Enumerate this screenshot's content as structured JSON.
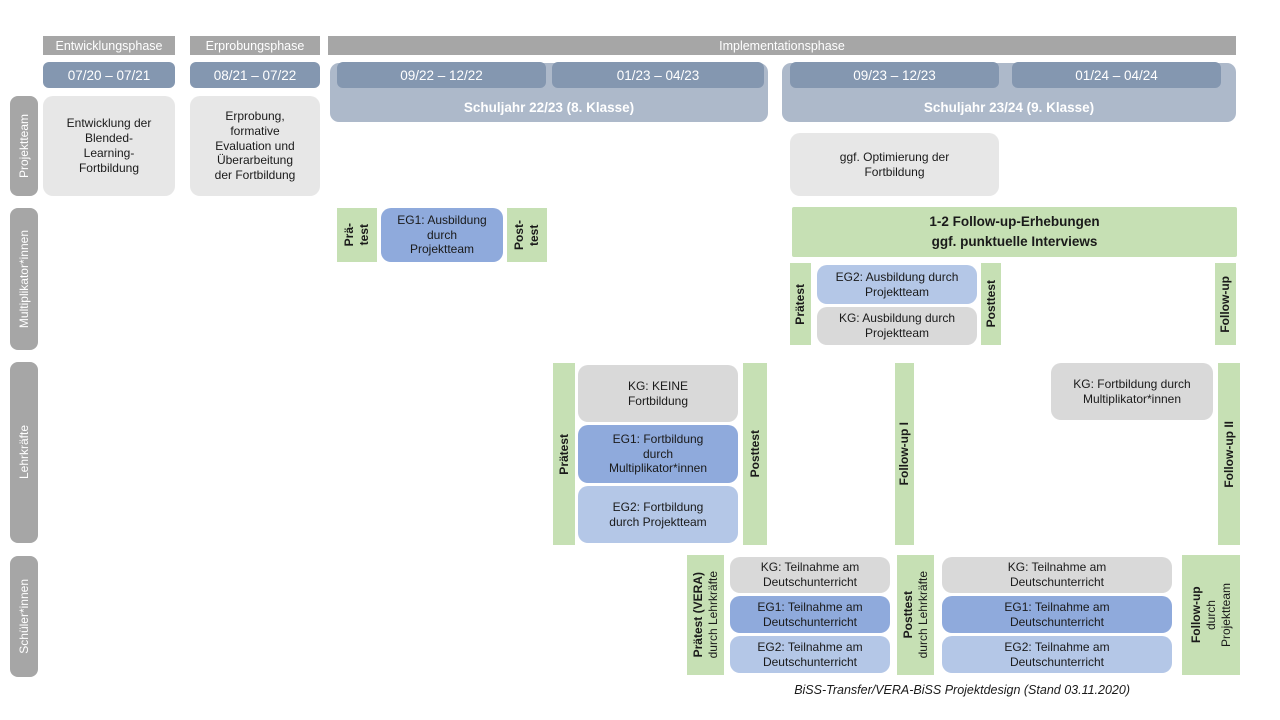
{
  "colors": {
    "labelgray": "#a6a6a6",
    "datechip": "#8497b0",
    "container": "#adb9ca",
    "boxgray": "#e7e7e7",
    "kg": "#d9d9d9",
    "eg1": "#8faadc",
    "eg2": "#b4c7e7",
    "green": "#c6e0b4"
  },
  "header": {
    "phases": [
      {
        "label": "Entwicklungsphase"
      },
      {
        "label": "Erprobungsphase"
      },
      {
        "label": "Implementationsphase"
      }
    ],
    "dates": [
      "07/20 – 07/21",
      "08/21 – 07/22",
      "09/22 – 12/22",
      "01/23 – 04/23",
      "09/23 – 12/23",
      "01/24 – 04/24"
    ],
    "school_years": [
      "Schuljahr 22/23 (8. Klasse)",
      "Schuljahr 23/24 (9. Klasse)"
    ]
  },
  "row_labels": [
    "Projektteam",
    "Multiplikator*innen",
    "Lehrkräfte",
    "Schüler*innen"
  ],
  "projektteam": {
    "entwicklung": "Entwicklung der\nBlended-\nLearning-\nFortbildung",
    "erprobung": "Erprobung,\nformative\nEvaluation und\nÜberarbeitung\nder Fortbildung",
    "optimierung": "ggf. Optimierung der\nFortbildung"
  },
  "multiplikatoren": {
    "praetest1_lines": [
      "Prä-",
      "test"
    ],
    "eg1": "EG1: Ausbildung\ndurch\nProjektteam",
    "posttest1_lines": [
      "Post-",
      "test"
    ],
    "followup_erhebungen": "1-2 Follow-up-Erhebungen\nggf. punktuelle Interviews",
    "praetest2": "Prätest",
    "eg2": "EG2: Ausbildung durch\nProjektteam",
    "kg": "KG: Ausbildung durch\nProjektteam",
    "posttest2": "Posttest",
    "followup": "Follow-up"
  },
  "lehrkraefte": {
    "praetest": "Prätest",
    "kg": "KG: KEINE\nFortbildung",
    "eg1": "EG1: Fortbildung\ndurch\nMultiplikator*innen",
    "eg2": "EG2: Fortbildung\ndurch Projektteam",
    "posttest": "Posttest",
    "followup1": "Follow-up I",
    "kg2": "KG: Fortbildung durch\nMultiplikator*innen",
    "followup2": "Follow-up II"
  },
  "schueler": {
    "praetest_bold": "Prätest (VERA)",
    "praetest_sub": "durch Lehrkräfte",
    "kg1": "KG: Teilnahme am\nDeutschunterricht",
    "eg1_1": "EG1: Teilnahme am\nDeutschunterricht",
    "eg2_1": "EG2: Teilnahme am\nDeutschunterricht",
    "posttest_bold": "Posttest",
    "posttest_sub": "durch Lehrkräfte",
    "kg2": "KG: Teilnahme am\nDeutschunterricht",
    "eg1_2": "EG1: Teilnahme am\nDeutschunterricht",
    "eg2_2": "EG2: Teilnahme am\nDeutschunterricht",
    "followup_bold": "Follow-up",
    "followup_sub1": "durch",
    "followup_sub2": "Projektteam"
  },
  "footer": "BiSS-Transfer/VERA-BiSS Projektdesign (Stand 03.11.2020)"
}
